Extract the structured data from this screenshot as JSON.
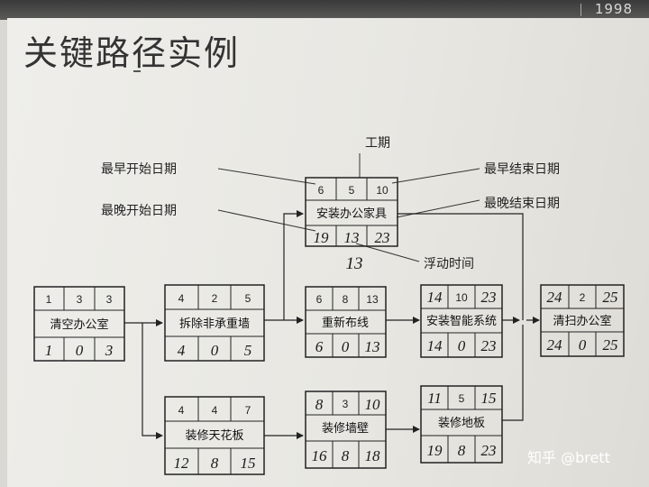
{
  "header": {
    "logo_text": "1998"
  },
  "title": "关键路径实例",
  "legend": {
    "duration": "工期",
    "es": "最早开始日期",
    "ls": "最晚开始日期",
    "ef": "最早结束日期",
    "lf": "最晚结束日期",
    "float": "浮动时间"
  },
  "nodes": [
    {
      "id": "clear",
      "name": "清空办公室",
      "es": "1",
      "dur": "3",
      "ef": "3",
      "ls": "1",
      "tf": "0",
      "lf": "3"
    },
    {
      "id": "demolish",
      "name": "拆除非承重墙",
      "es": "4",
      "dur": "2",
      "ef": "5",
      "ls": "4",
      "tf": "0",
      "lf": "5"
    },
    {
      "id": "ceiling",
      "name": "装修天花板",
      "es": "4",
      "dur": "4",
      "ef": "7",
      "ls": "12",
      "tf": "8",
      "lf": "15"
    },
    {
      "id": "furniture",
      "name": "安装办公家具",
      "es": "6",
      "dur": "5",
      "ef": "10",
      "ls": "19",
      "tf": "13",
      "lf": "23",
      "float_note": "13"
    },
    {
      "id": "rewire",
      "name": "重新布线",
      "es": "6",
      "dur": "8",
      "ef": "13",
      "ls": "6",
      "tf": "0",
      "lf": "13"
    },
    {
      "id": "walls",
      "name": "装修墙壁",
      "es": "8",
      "dur": "3",
      "ef": "10",
      "ls": "16",
      "tf": "8",
      "lf": "18"
    },
    {
      "id": "smart",
      "name": "安装智能系统",
      "es": "14",
      "dur": "10",
      "ef": "23",
      "ls": "14",
      "tf": "0",
      "lf": "23"
    },
    {
      "id": "floor",
      "name": "装修地板",
      "es": "11",
      "dur": "5",
      "ef": "15",
      "ls": "19",
      "tf": "8",
      "lf": "23"
    },
    {
      "id": "clean",
      "name": "清扫办公室",
      "es": "24",
      "dur": "2",
      "ef": "25",
      "ls": "24",
      "tf": "0",
      "lf": "25"
    }
  ],
  "watermark": {
    "text": "知乎 @brett"
  }
}
